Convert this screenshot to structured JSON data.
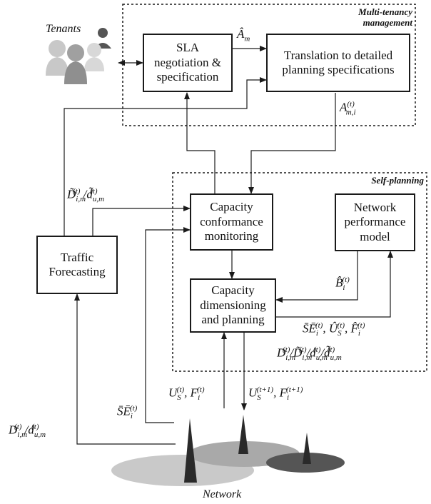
{
  "regions": {
    "multi_tenancy": "Multi-tenancy\nmanagement",
    "self_planning": "Self-planning"
  },
  "boxes": {
    "sla": "SLA\nnegotiation &\nspecification",
    "translation": "Translation to detailed\nplanning specifications",
    "conformance": "Capacity\nconformance\nmonitoring",
    "npm": "Network\nperformance\nmodel",
    "traffic": "Traffic\nForecasting",
    "dimensioning": "Capacity\ndimensioning\nand planning"
  },
  "labels": {
    "tenants": "Tenants",
    "network": "Network",
    "a_hat": "Â",
    "a_hat_sub": "m",
    "a_mi": "A",
    "a_mi_sub": "m,i",
    "t": "(t)",
    "t1": "(t+1)"
  },
  "colors": {
    "line": "#1a1a1a",
    "person_light": "#c8c8c8",
    "person_mid": "#a0a0a0",
    "person_dark": "#555555",
    "ellipse_light": "#c9c9c9",
    "ellipse_mid": "#a9a9a9",
    "ellipse_dark": "#555555",
    "tower": "#2a2a2a"
  }
}
